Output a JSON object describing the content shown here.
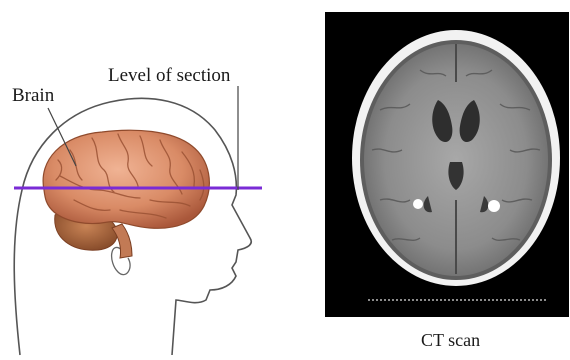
{
  "labels": {
    "brain": "Brain",
    "level_of_section": "Level of section",
    "ct_scan": "CT scan"
  },
  "colors": {
    "section_line": "#7a2bd6",
    "brain_tissue": "#d98b66",
    "head_outline": "#555555",
    "scan_background": "#000000"
  }
}
